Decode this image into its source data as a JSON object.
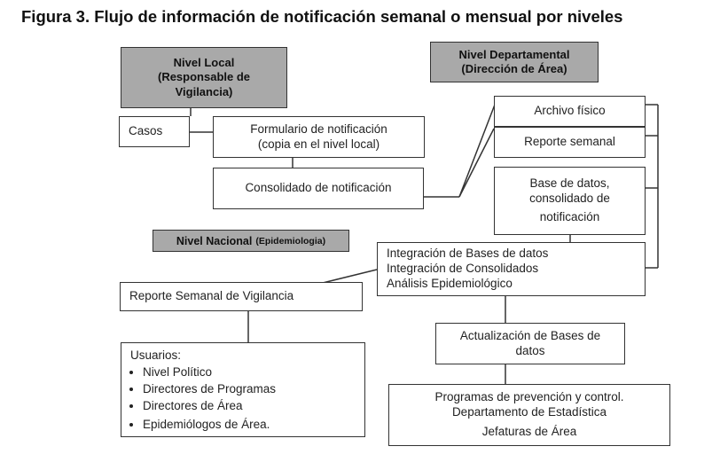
{
  "title": "Figura 3. Flujo de información de notificación semanal o mensual por niveles",
  "nivel_local": [
    "Nivel Local",
    "(Responsable de",
    "Vigilancia)"
  ],
  "nivel_departamental": [
    "Nivel Departamental",
    "(Dirección de Área)"
  ],
  "casos": "Casos",
  "formulario": [
    "Formulario de notificación",
    "(copia en el nivel local)"
  ],
  "consolidado": "Consolidado de notificación",
  "archivo_fisico": "Archivo físico",
  "reporte_semanal": "Reporte semanal",
  "base_datos": [
    "Base de datos,",
    "consolidado de",
    "notificación"
  ],
  "nivel_nacional": {
    "main": "Nivel Nacional",
    "sub": "(Epidemiologia)"
  },
  "integracion": [
    "Integración de Bases de datos",
    "Integración de Consolidados",
    "Análisis Epidemiológico"
  ],
  "reporte_semanal_vigilancia": "Reporte Semanal de Vigilancia",
  "actualizacion": [
    "Actualización de Bases de",
    "datos"
  ],
  "usuarios": {
    "heading": "Usuarios:",
    "items": [
      "Nivel Político",
      "Directores de Programas",
      "Directores de Área",
      "Epidemiólogos de Área."
    ]
  },
  "programas": [
    "Programas de prevención y control.",
    "Departamento de Estadística",
    "Jefaturas de Área"
  ]
}
